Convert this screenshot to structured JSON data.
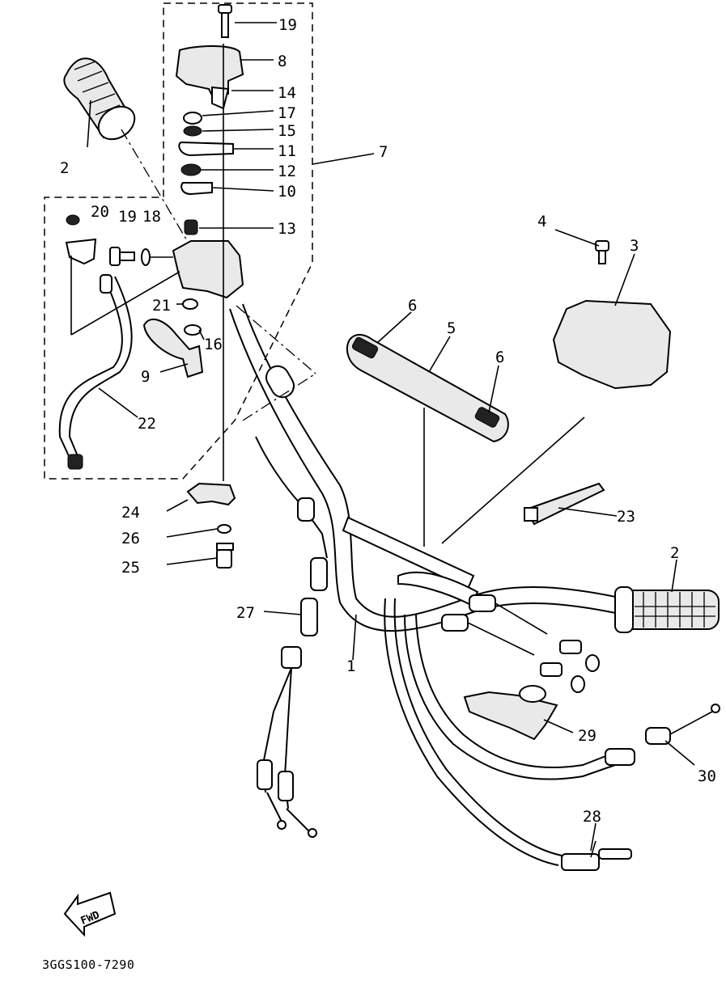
{
  "diagram": {
    "code": "3GGS100-7290",
    "fwd_label": "FWD",
    "labels": {
      "l1": "1",
      "l2a": "2",
      "l2b": "2",
      "l3": "3",
      "l4": "4",
      "l5": "5",
      "l6a": "6",
      "l6b": "6",
      "l7": "7",
      "l8": "8",
      "l9": "9",
      "l10": "10",
      "l11": "11",
      "l12": "12",
      "l13": "13",
      "l14": "14",
      "l15": "15",
      "l16": "16",
      "l17": "17",
      "l18": "18",
      "l19a": "19",
      "l19b": "19",
      "l20": "20",
      "l21": "21",
      "l22": "22",
      "l23": "23",
      "l24": "24",
      "l25": "25",
      "l26": "26",
      "l27": "27",
      "l28": "28",
      "l29": "29",
      "l30": "30"
    }
  }
}
